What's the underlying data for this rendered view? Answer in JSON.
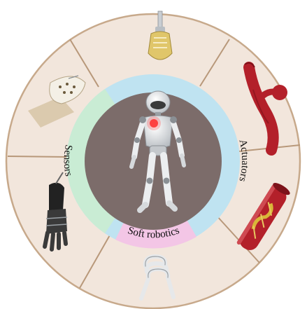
{
  "labels": {
    "sensors": "Sensors",
    "actuators": "Actuators",
    "soft_robotics": "Soft robotics"
  },
  "colors": {
    "outer_ring": "#f2e6dc",
    "outer_ring_border": "#c7a98b",
    "divider": "#b8987a",
    "sensors_arc": "#c9ecd4",
    "actuators_arc": "#bfe3f1",
    "soft_robotics_arc": "#f3c6e6",
    "center_disc": "#7c6c6a",
    "robot_body": "#eceef0",
    "robot_joint": "#8a8f94",
    "robot_light": "#ff2a2a",
    "vessel_red": "#b3202a",
    "vessel_dark": "#7d121a",
    "plaque_yellow": "#d9b638",
    "glove_black": "#222222",
    "patch_tan": "#d7c4a6",
    "gripper_gold": "#e0c66a"
  },
  "icons": [
    "soft-gripper-icon",
    "branched-vessel-actuator-icon",
    "blood-vessel-stent-icon",
    "coiled-soft-actuator-icon",
    "sensor-glove-icon",
    "skin-sensor-patch-icon",
    "humanoid-robot-icon"
  ]
}
